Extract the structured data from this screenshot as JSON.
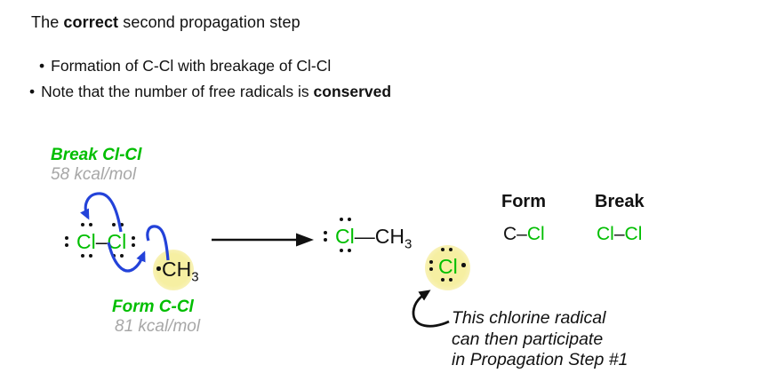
{
  "title": {
    "pre": "The ",
    "bold": "correct",
    "post": " second propagation step"
  },
  "bullets": {
    "marker": "•",
    "b1": "Formation of C-Cl with breakage of Cl-Cl",
    "b2_pre": "Note that the number of free radicals is ",
    "b2_bold": "conserved"
  },
  "energy_labels": {
    "break_title": "Break Cl-Cl",
    "break_value": "58 kcal/mol",
    "form_title": "Form C-Cl",
    "form_value": "81 kcal/mol"
  },
  "molecules": {
    "cl": "Cl",
    "bond_short": "–",
    "bond_long": "—",
    "ch": "CH",
    "subscript3": "3"
  },
  "table": {
    "form_header": "Form",
    "break_header": "Break",
    "form_bond": {
      "left": "C",
      "dash": "–",
      "right": "Cl"
    },
    "break_bond": {
      "left": "Cl",
      "dash": "–",
      "right": "Cl"
    }
  },
  "annotation": {
    "line1": "This chlorine radical",
    "line2": "can then participate",
    "line3": "in Propagation Step #1"
  },
  "colors": {
    "green": "#00be00",
    "gray": "#a7a7a7",
    "blue": "#2342d9",
    "yellow_highlight": "#f6efa2",
    "ink": "#111111"
  }
}
